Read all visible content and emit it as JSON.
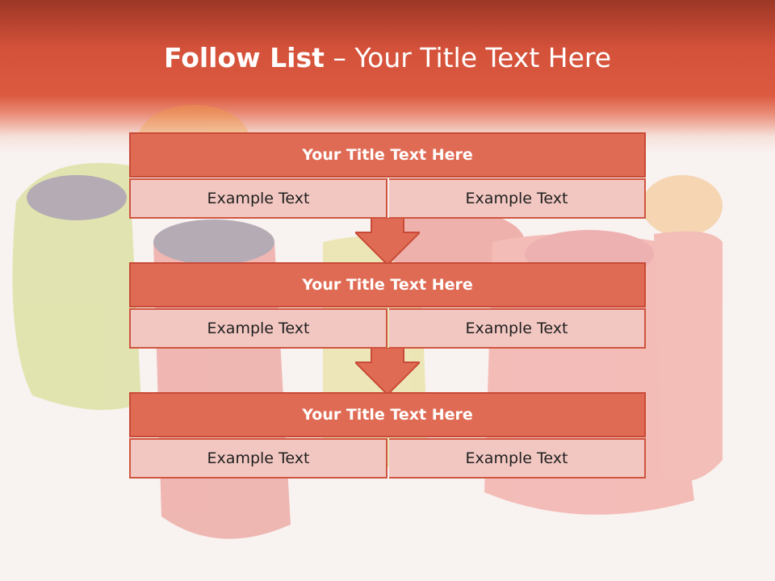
{
  "slide": {
    "title_bold": "Follow List",
    "title_rest": " – Your Title Text Here"
  },
  "blocks": [
    {
      "title": "Your Title Text Here",
      "left": "Example Text",
      "right": "Example Text"
    },
    {
      "title": "Your Title Text Here",
      "left": "Example Text",
      "right": "Example Text"
    },
    {
      "title": "Your Title Text Here",
      "left": "Example Text",
      "right": "Example Text"
    }
  ],
  "colors": {
    "header": "#d4513a",
    "box_title": "#e06b55",
    "box_cell": "#f2c7c1",
    "arrow": "#e06b55"
  }
}
